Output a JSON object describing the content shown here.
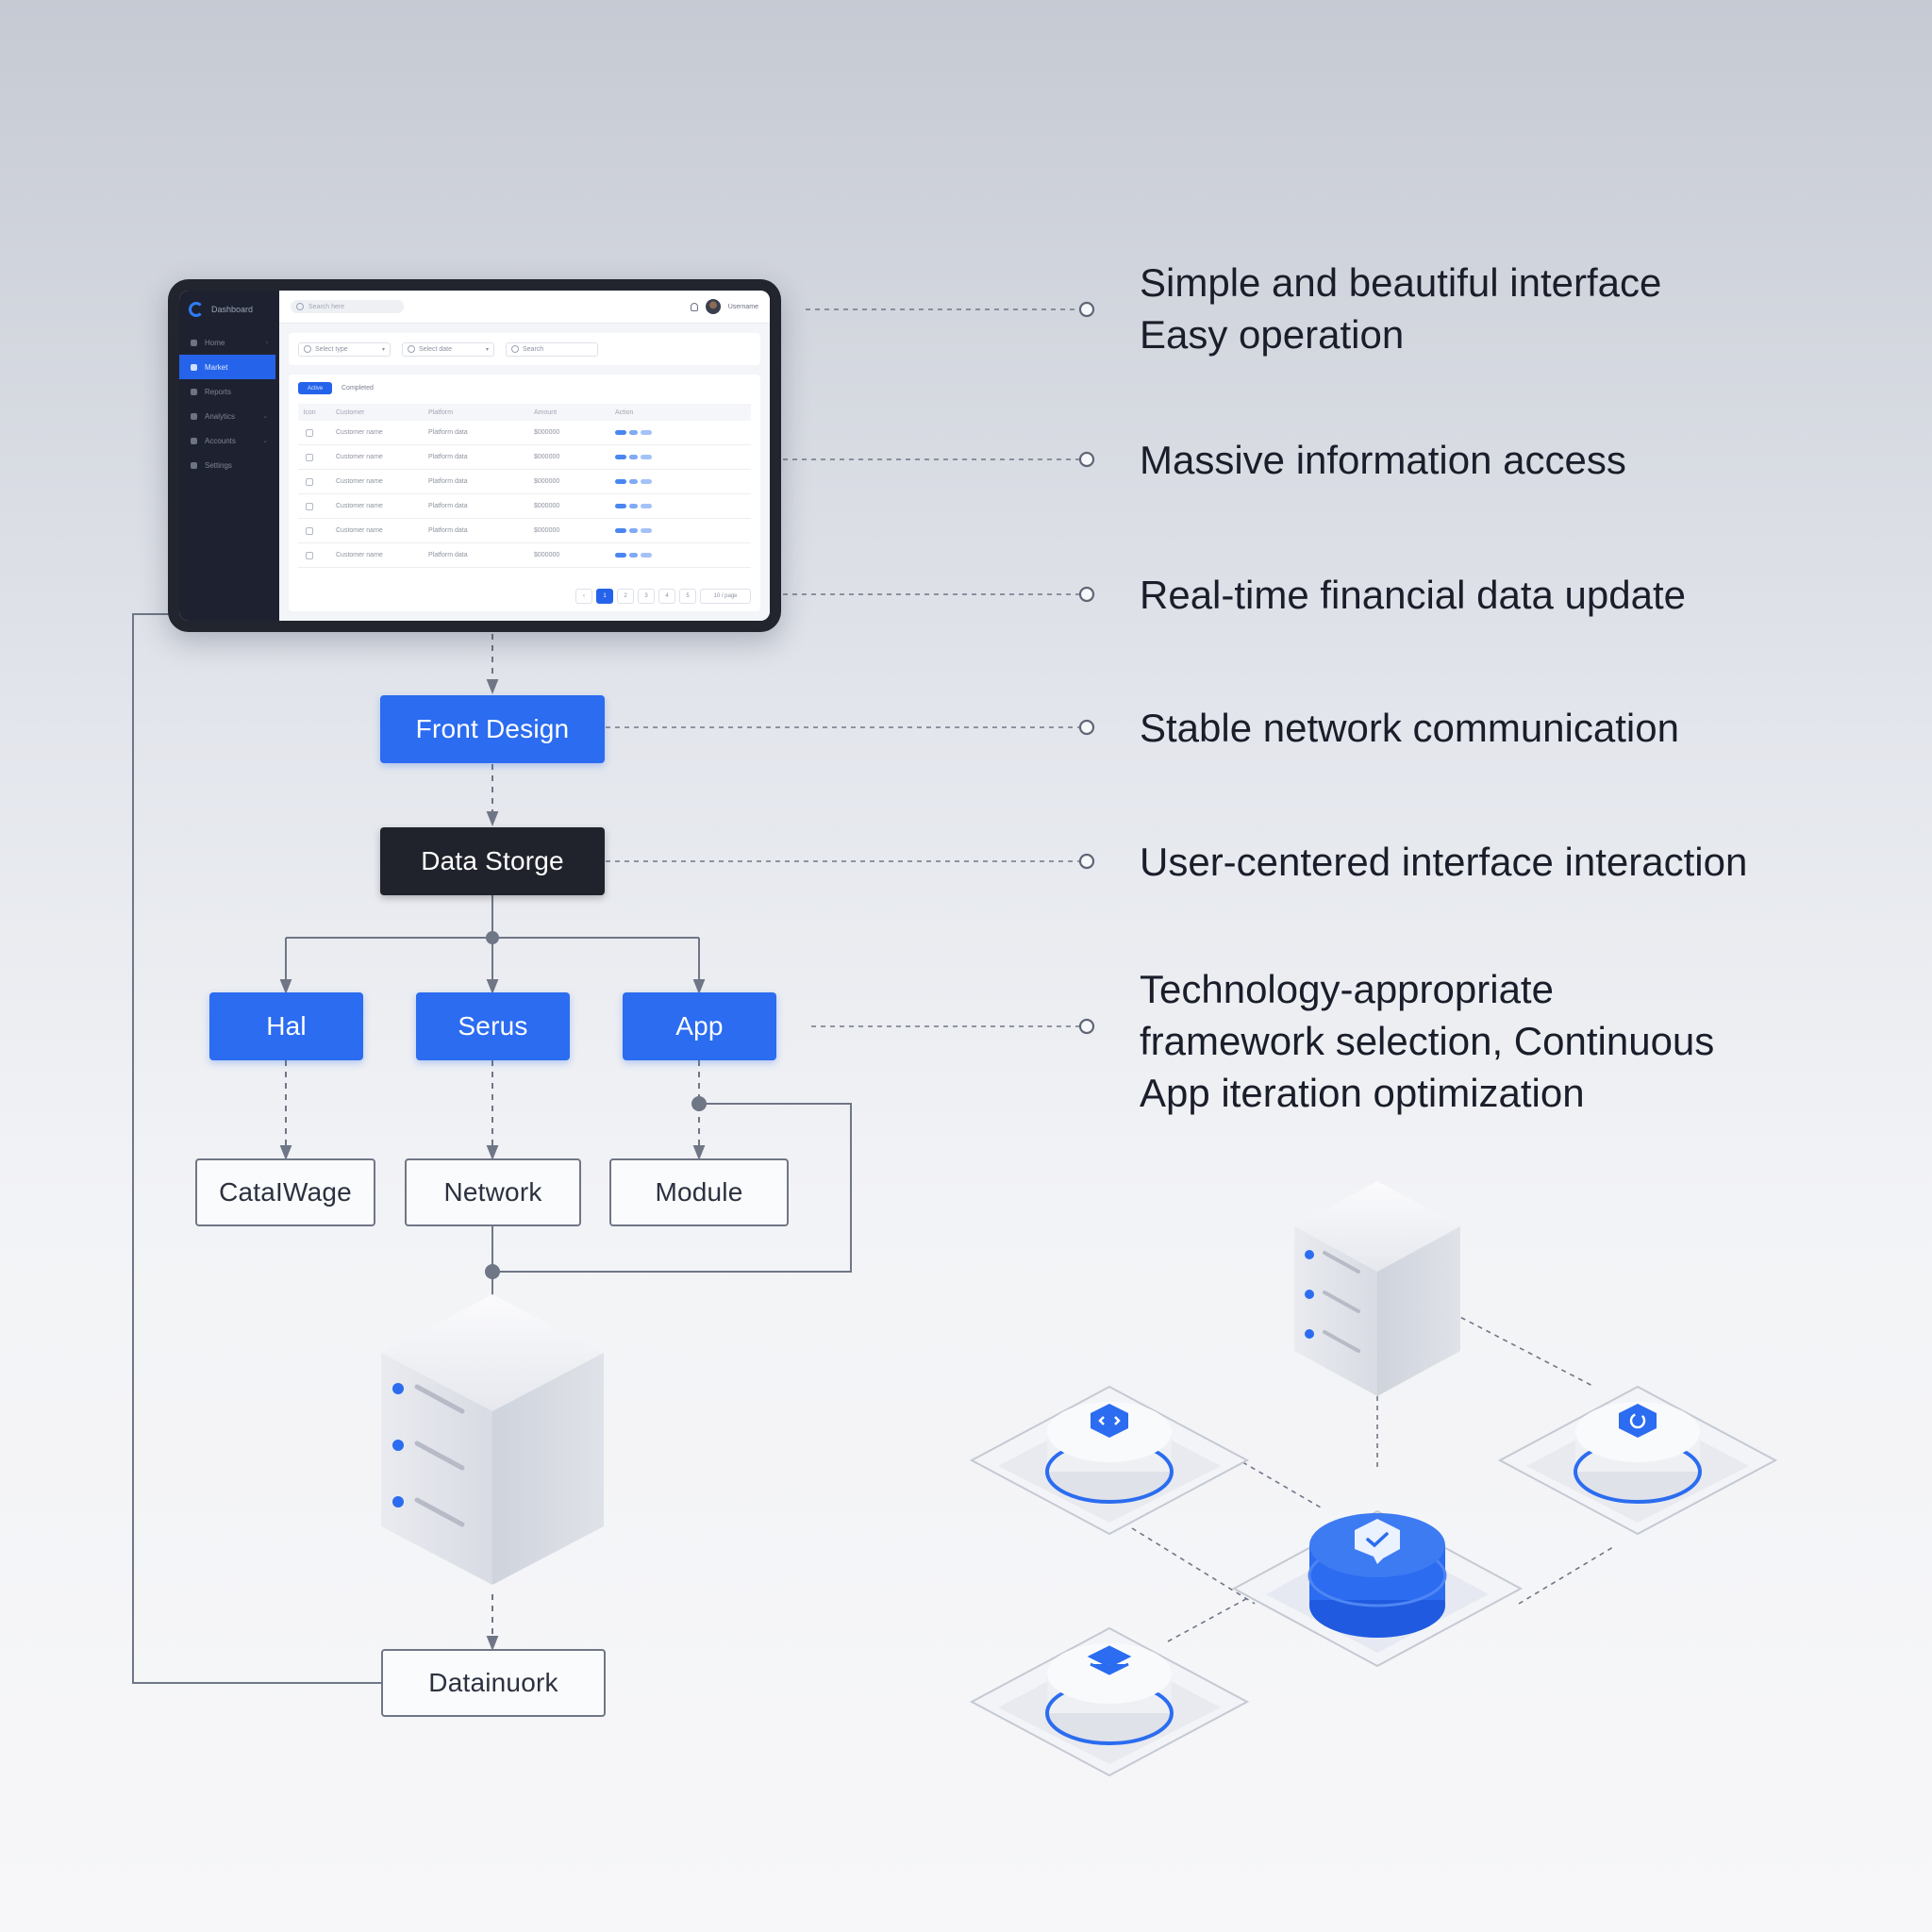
{
  "dashboard": {
    "brand": "Dashboard",
    "search_placeholder": "Search here",
    "user_name": "Username",
    "sidebar": [
      "Home",
      "Market",
      "Reports",
      "Analytics",
      "Accounts",
      "Settings"
    ],
    "filters": [
      "Select type",
      "Select date",
      "Search"
    ],
    "tabs": [
      "Active",
      "Completed"
    ],
    "columns": [
      "Icon",
      "Customer",
      "Platform",
      "Amount",
      "Action"
    ],
    "rows": [
      [
        "Customer name",
        "Platform data",
        "$000000"
      ],
      [
        "Customer name",
        "Platform data",
        "$000000"
      ],
      [
        "Customer name",
        "Platform data",
        "$000000"
      ],
      [
        "Customer name",
        "Platform data",
        "$000000"
      ],
      [
        "Customer name",
        "Platform data",
        "$000000"
      ],
      [
        "Customer name",
        "Platform data",
        "$000000"
      ]
    ],
    "pages": [
      "‹",
      "1",
      "2",
      "3",
      "4",
      "5",
      "10 / page"
    ]
  },
  "nodes": {
    "front_design": "Front Design",
    "data_storage": "Data Storge",
    "hal": "Hal",
    "serus": "Serus",
    "app": "App",
    "catalwage": "CataIWage",
    "network": "Network",
    "module": "Module",
    "datainuork": "Datainuork"
  },
  "features": {
    "f1": [
      "Simple and beautiful interface",
      "Easy operation"
    ],
    "f2": "Massive information access",
    "f3": "Real-time financial data update",
    "f4": "Stable network communication",
    "f5": "User-centered interface interaction",
    "f6": [
      "Technology-appropriate",
      "framework selection, Continuous",
      "App iteration optimization"
    ]
  },
  "colors": {
    "accent": "#2b6cf0",
    "dark_node": "#20232c",
    "line": "#6f7686"
  },
  "icons": [
    "server-stack-icon",
    "database-node-icon",
    "checkmark-chat-icon",
    "refresh-icon",
    "layers-icon",
    "code-icon",
    "bell-icon",
    "avatar-icon"
  ]
}
